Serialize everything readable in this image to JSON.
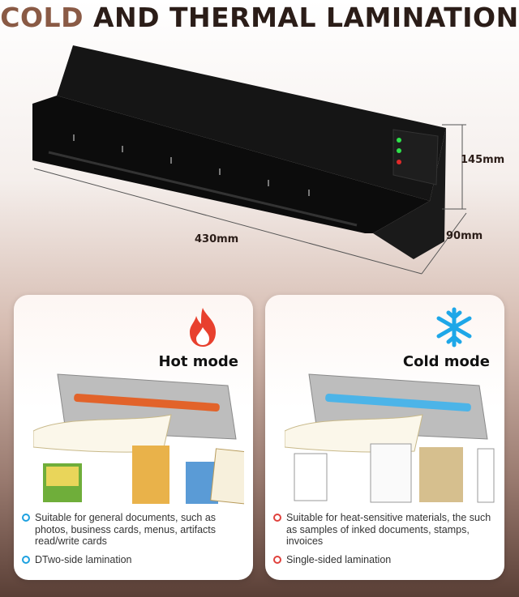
{
  "headline": {
    "accent": "COLD",
    "rest": "AND THERMAL LAMINATION"
  },
  "dimensions": {
    "height": "145mm",
    "depth": "90mm",
    "width": "430mm"
  },
  "hot": {
    "title": "Hot mode",
    "features": [
      "Suitable for general documents, such as photos, business cards, menus, artifacts read/write cards",
      "DTwo-side lamination"
    ]
  },
  "cold": {
    "title": "Cold mode",
    "features": [
      "Suitable for heat-sensitive materials, the such as samples of inked documents, stamps, invoices",
      "Single-sided lamination"
    ]
  },
  "colors": {
    "hot_bullet": "#1da1e0",
    "cold_bullet": "#e0413c",
    "flame": "#e8402e",
    "snow": "#1ea7e8"
  }
}
